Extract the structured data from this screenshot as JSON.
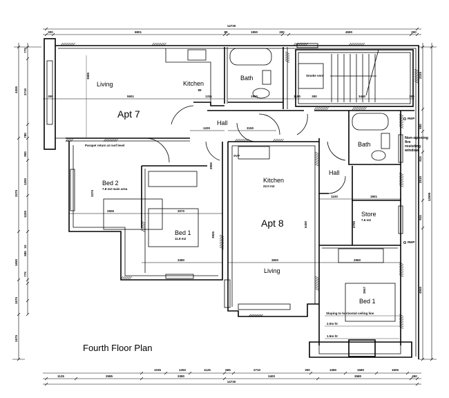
{
  "title": "Fourth Floor Plan",
  "apartments": [
    {
      "name": "Apt 7",
      "rooms": [
        {
          "label": "Living"
        },
        {
          "label": "Kitchen"
        },
        {
          "label": "Bath"
        },
        {
          "label": "Hall"
        },
        {
          "label": "Bed 2",
          "area": "7.8 m2 main area"
        },
        {
          "label": "Bed 1",
          "area": "11.8 m2"
        }
      ]
    },
    {
      "name": "Apt 8",
      "rooms": [
        {
          "label": "Kitchen",
          "area": "22.0 m2"
        },
        {
          "label": "Living"
        },
        {
          "label": "Hall"
        },
        {
          "label": "Bath"
        },
        {
          "label": "Store",
          "area": "7.6 m2"
        },
        {
          "label": "Bed 1"
        }
      ]
    }
  ],
  "notes": {
    "smoke_vent": "Smoke vent",
    "parapet": "Parapet return at roof level",
    "fire_window": "Non-opening fire resisting window",
    "rwp": "RWP",
    "svp": "SVP",
    "sloping": "Sloping to horizontal ceiling line",
    "ht_2": "2.0m ht",
    "ht_15": "1.5m ht"
  },
  "dimensions": {
    "top_overall": "14730",
    "top": [
      "300",
      "6801",
      "89",
      "1950",
      "300",
      "4590",
      "300"
    ],
    "bottom_row1": [
      "1035",
      "1250",
      "1125",
      "665",
      "2710",
      "300",
      "1080",
      "1580",
      "1605"
    ],
    "bottom_row2": [
      "1125",
      "2585",
      "3380",
      "3400",
      "3580",
      "450"
    ],
    "bottom_overall": "14730",
    "left_outer": [
      "4265",
      "3375",
      "1650",
      "1575",
      "1575"
    ],
    "left_inner": [
      "775",
      "2710",
      "780",
      "900",
      "1250",
      "1225",
      "15",
      "685",
      "775"
    ],
    "right_inner": [
      "2315",
      "650",
      "915",
      "2515",
      "915",
      "4940"
    ],
    "right_overall": "12590",
    "interior": [
      "5501",
      "1311",
      "89",
      "1950",
      "1150",
      "300",
      "3440",
      "300",
      "1200",
      "3150",
      "2506",
      "3070",
      "3380",
      "3500",
      "2960",
      "1100",
      "1801",
      "300",
      "3685",
      "3375",
      "3925",
      "6450",
      "2950",
      "2700",
      "3947"
    ]
  }
}
